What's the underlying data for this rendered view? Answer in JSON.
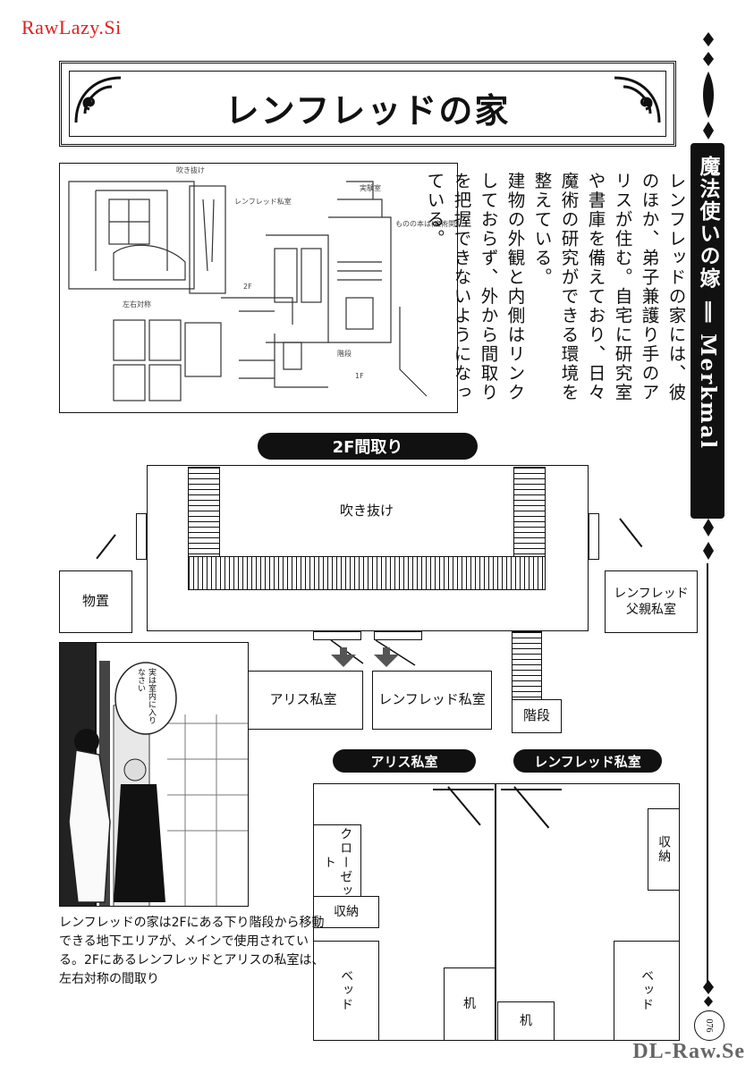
{
  "watermarks": {
    "top": "RawLazy.Si",
    "bottom": "DL-Raw.Se"
  },
  "title": "レンフレッドの家",
  "side_bar": {
    "text": "魔法使いの嫁 ‖ Merkmal"
  },
  "page_number": "076",
  "body_paragraphs": [
    "レンフレッドの家には、彼のほか、弟子兼護り手のアリスが住む。自宅に研究室や書庫を備えており、日々魔術の研究ができる環境を整えている。",
    "建物の外観と内側はリンクしておらず、外から間取りを把握できないようになっている。"
  ],
  "sketch_notes": {
    "note1": "レンフレッド私室",
    "note2": "左右対称",
    "note3": "実験室",
    "note4": "2F",
    "note5": "ものの本は(魔術関係)はレンフレッドの父親私室の本棚",
    "note6": "吹き抜け",
    "note7": "階段",
    "note8": "1F"
  },
  "floor_plan_2f": {
    "banner": "2F間取り",
    "atrium": "吹き抜け",
    "storage": "物置",
    "father_room": "レンフレッド父親私室",
    "alice_room": "アリス私室",
    "renfred_room": "レンフレッド私室",
    "stairs": "階段"
  },
  "room_detail": {
    "alice_banner": "アリス私室",
    "renfred_banner": "レンフレッド私室",
    "closet": "クローゼット",
    "storage_left": "収納",
    "storage_right": "収納",
    "bed_left": "ベッド",
    "bed_right": "ベッド",
    "desk_left": "机",
    "desk_right": "机"
  },
  "manga_panel": {
    "speech": "実は室内に入りなさい"
  },
  "caption": "レンフレッドの家は2Fにある下り階段から移動できる地下エリアが、メインで使用されている。2Fにあるレンフレッドとアリスの私室は、左右対称の間取り"
}
